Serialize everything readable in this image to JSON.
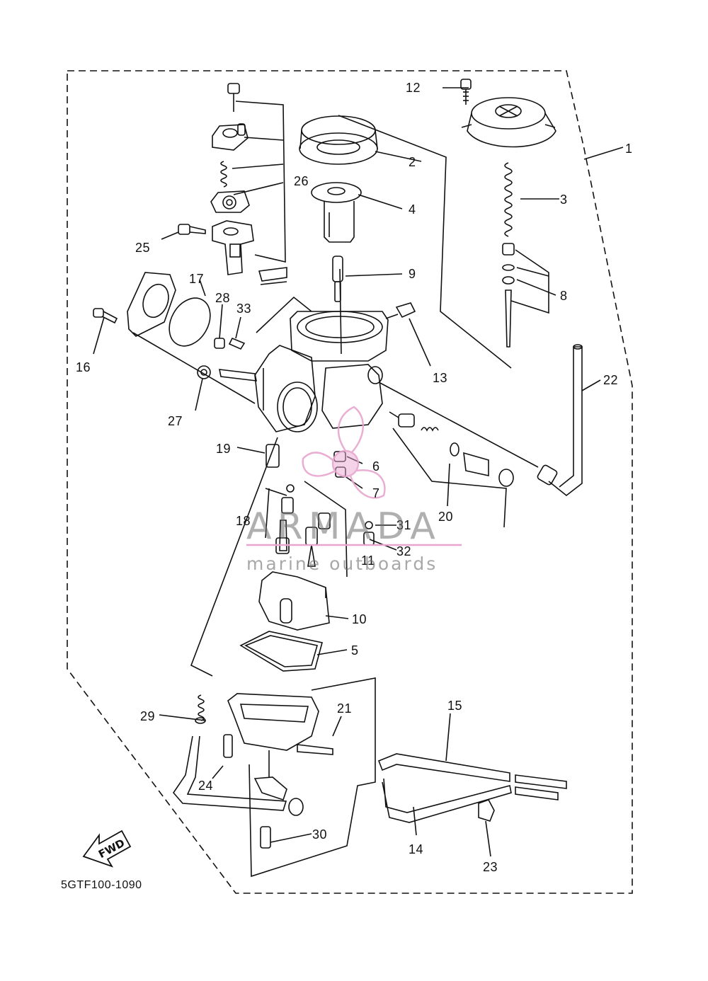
{
  "diagram": {
    "drawing_code": "5GTF100-1090",
    "forward_marker": "FWD",
    "watermark": {
      "brand": "ARMADA",
      "subtitle": "marine outboards"
    },
    "part_callouts": [
      "1",
      "2",
      "3",
      "4",
      "5",
      "6",
      "7",
      "8",
      "9",
      "10",
      "11",
      "12",
      "13",
      "14",
      "15",
      "16",
      "17",
      "18",
      "19",
      "20",
      "21",
      "22",
      "23",
      "24",
      "25",
      "26",
      "27",
      "28",
      "29",
      "30",
      "31",
      "32",
      "33"
    ],
    "colors": {
      "line": "#111111",
      "watermark_pink": "#e8a6cf",
      "watermark_gray": "#8a8a8a"
    }
  }
}
